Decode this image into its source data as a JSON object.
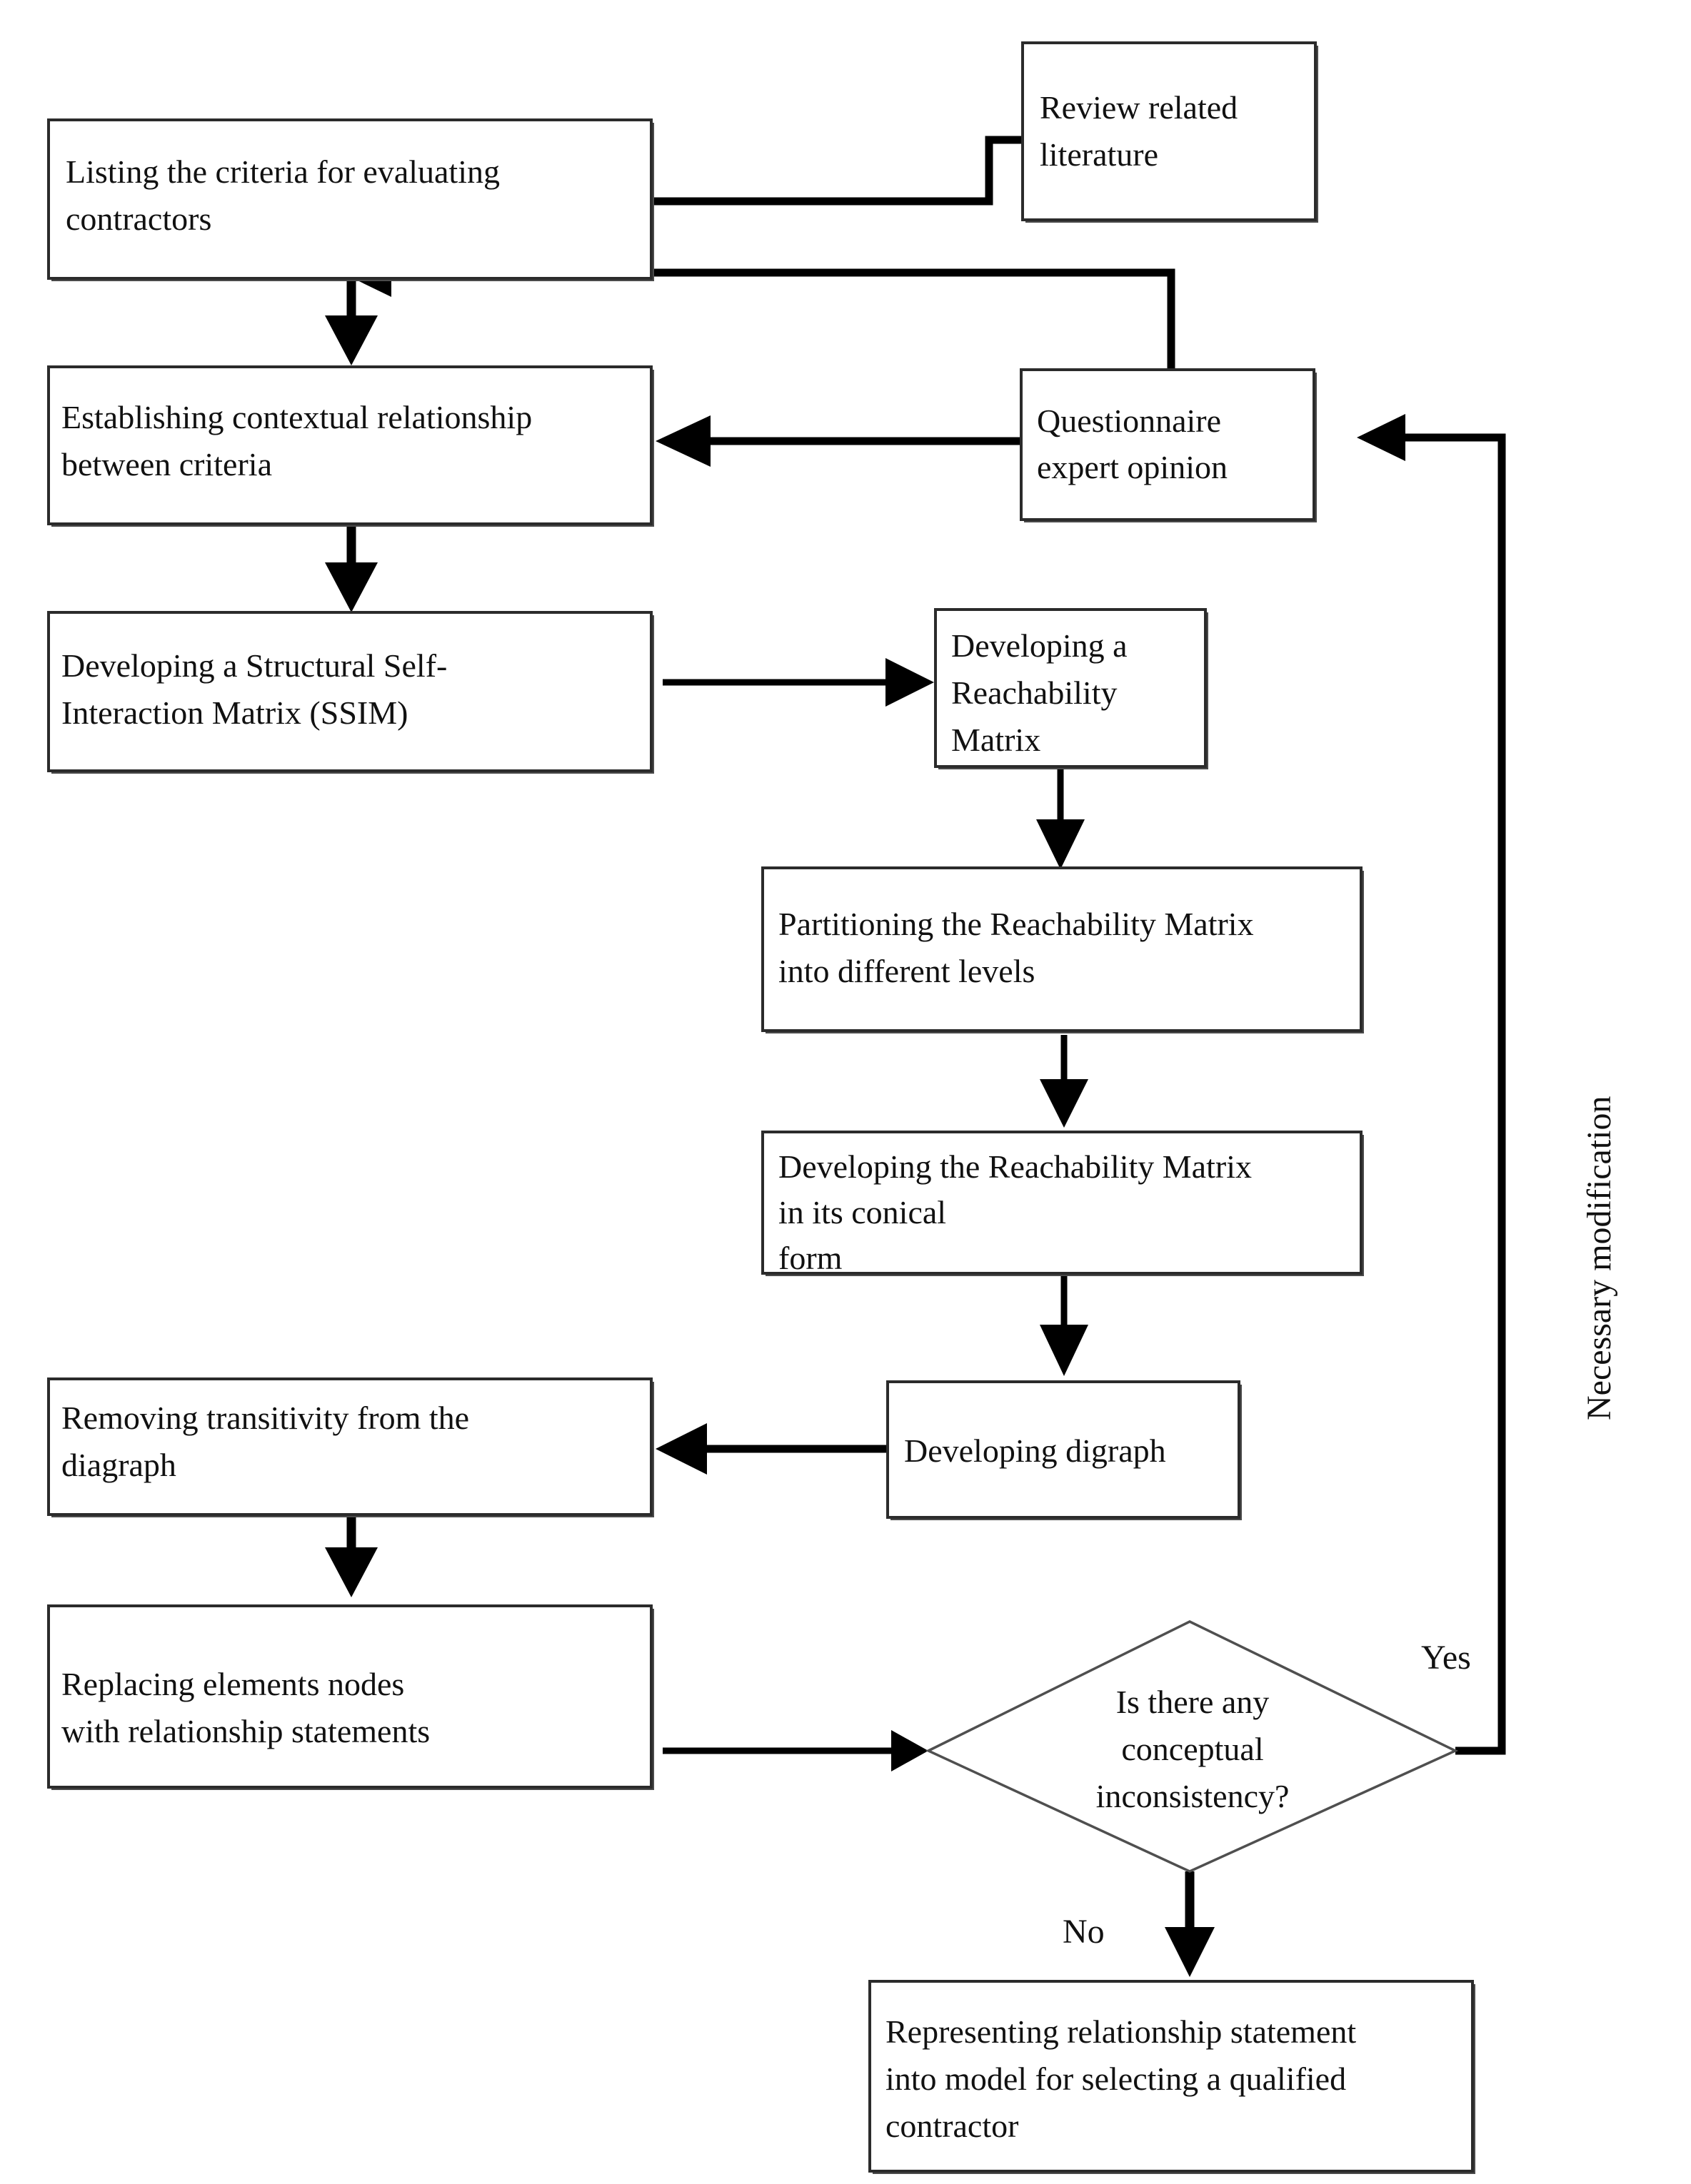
{
  "diagram": {
    "type": "flowchart",
    "title": "Interpretive Structural Modelling (ISM) process for selecting a qualified contractor",
    "background_color": "#ffffff",
    "line_color": "#000000",
    "box_border_color": "#2b2b2b",
    "nodes": [
      {
        "id": "review-literature",
        "shape": "rectangle",
        "lines": [
          "Review related",
          "literature"
        ]
      },
      {
        "id": "listing-criteria",
        "shape": "rectangle",
        "lines": [
          "Listing the criteria for evaluating",
          "contractors"
        ]
      },
      {
        "id": "questionnaire",
        "shape": "rectangle",
        "lines": [
          "Questionnaire",
          "expert opinion"
        ]
      },
      {
        "id": "contextual-relationship",
        "shape": "rectangle",
        "lines": [
          "Establishing contextual relationship",
          "between criteria"
        ]
      },
      {
        "id": "ssim",
        "shape": "rectangle",
        "lines": [
          "Developing a Structural Self-",
          "Interaction Matrix (SSIM)"
        ]
      },
      {
        "id": "reachability-matrix",
        "shape": "rectangle",
        "lines": [
          "Developing a",
          "Reachability",
          "Matrix"
        ]
      },
      {
        "id": "partitioning",
        "shape": "rectangle",
        "lines": [
          "Partitioning the Reachability Matrix",
          "into different levels"
        ]
      },
      {
        "id": "conical-form",
        "shape": "rectangle",
        "lines": [
          "Developing the Reachability Matrix",
          "in its conical",
          "form"
        ]
      },
      {
        "id": "developing-digraph",
        "shape": "rectangle",
        "lines": [
          "Developing digraph"
        ]
      },
      {
        "id": "removing-transitivity",
        "shape": "rectangle",
        "lines": [
          "Removing transitivity from the",
          "diagraph"
        ]
      },
      {
        "id": "replacing-nodes",
        "shape": "rectangle",
        "lines": [
          "Replacing elements nodes",
          "with relationship statements"
        ]
      },
      {
        "id": "conceptual-inconsistency",
        "shape": "diamond",
        "lines": [
          "Is there any",
          "conceptual",
          "inconsistency?"
        ]
      },
      {
        "id": "representing-model",
        "shape": "rectangle",
        "lines": [
          "Representing relationship statement",
          "into model for selecting a qualified",
          "contractor"
        ]
      }
    ],
    "edge_labels": {
      "yes": "Yes",
      "no": "No",
      "necessary_modification": "Necessary modification"
    },
    "edges": [
      {
        "from": "review-literature",
        "to": "listing-criteria",
        "label": ""
      },
      {
        "from": "questionnaire",
        "to": "listing-criteria",
        "label": ""
      },
      {
        "from": "listing-criteria",
        "to": "contextual-relationship",
        "label": ""
      },
      {
        "from": "questionnaire",
        "to": "contextual-relationship",
        "label": ""
      },
      {
        "from": "contextual-relationship",
        "to": "ssim",
        "label": ""
      },
      {
        "from": "ssim",
        "to": "reachability-matrix",
        "label": ""
      },
      {
        "from": "reachability-matrix",
        "to": "partitioning",
        "label": ""
      },
      {
        "from": "partitioning",
        "to": "conical-form",
        "label": ""
      },
      {
        "from": "conical-form",
        "to": "developing-digraph",
        "label": ""
      },
      {
        "from": "developing-digraph",
        "to": "removing-transitivity",
        "label": ""
      },
      {
        "from": "removing-transitivity",
        "to": "replacing-nodes",
        "label": ""
      },
      {
        "from": "replacing-nodes",
        "to": "conceptual-inconsistency",
        "label": ""
      },
      {
        "from": "conceptual-inconsistency",
        "to": "questionnaire",
        "label": "Yes"
      },
      {
        "from": "conceptual-inconsistency",
        "to": "representing-model",
        "label": "No"
      }
    ]
  }
}
